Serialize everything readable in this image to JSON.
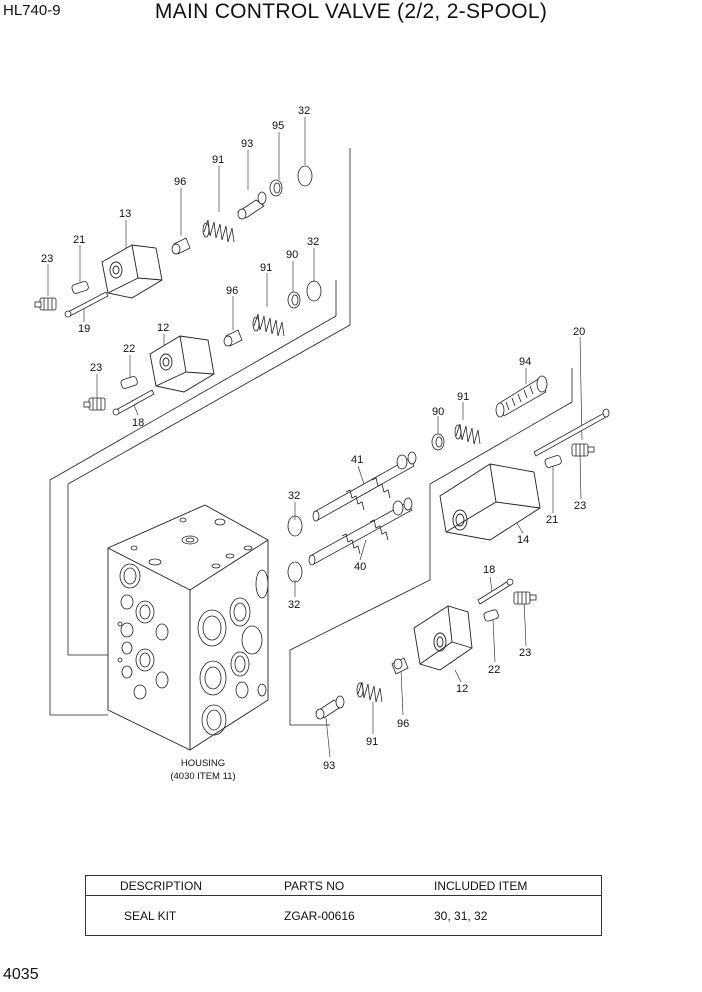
{
  "header": {
    "model": "HL740-9",
    "title": "MAIN CONTROL VALVE (2/2, 2-SPOOL)"
  },
  "page_number": "4035",
  "diagram": {
    "housing_caption": [
      "HOUSING",
      "(4030 ITEM 11)"
    ],
    "callouts": {
      "c32a": "32",
      "c95": "95",
      "c93a": "93",
      "c91a": "91",
      "c96a": "96",
      "c13": "13",
      "c21a": "21",
      "c23a": "23",
      "c19": "19",
      "c90a": "90",
      "c32b": "32",
      "c91b": "91",
      "c96b": "96",
      "c12a": "12",
      "c22a": "22",
      "c23b": "23",
      "c18a": "18",
      "c20": "20",
      "c94": "94",
      "c91c": "91",
      "c90b": "90",
      "c41": "41",
      "c32c": "32",
      "c40": "40",
      "c32d": "32",
      "c21b": "21",
      "c23c": "23",
      "c14": "14",
      "c18b": "18",
      "c23d": "23",
      "c22b": "22",
      "c12b": "12",
      "c96c": "96",
      "c91d": "91",
      "c93b": "93"
    }
  },
  "kit_table": {
    "headers": [
      "DESCRIPTION",
      "PARTS NO",
      "INCLUDED ITEM"
    ],
    "rows": [
      [
        "SEAL KIT",
        "ZGAR-00616",
        "30, 31, 32"
      ]
    ]
  }
}
